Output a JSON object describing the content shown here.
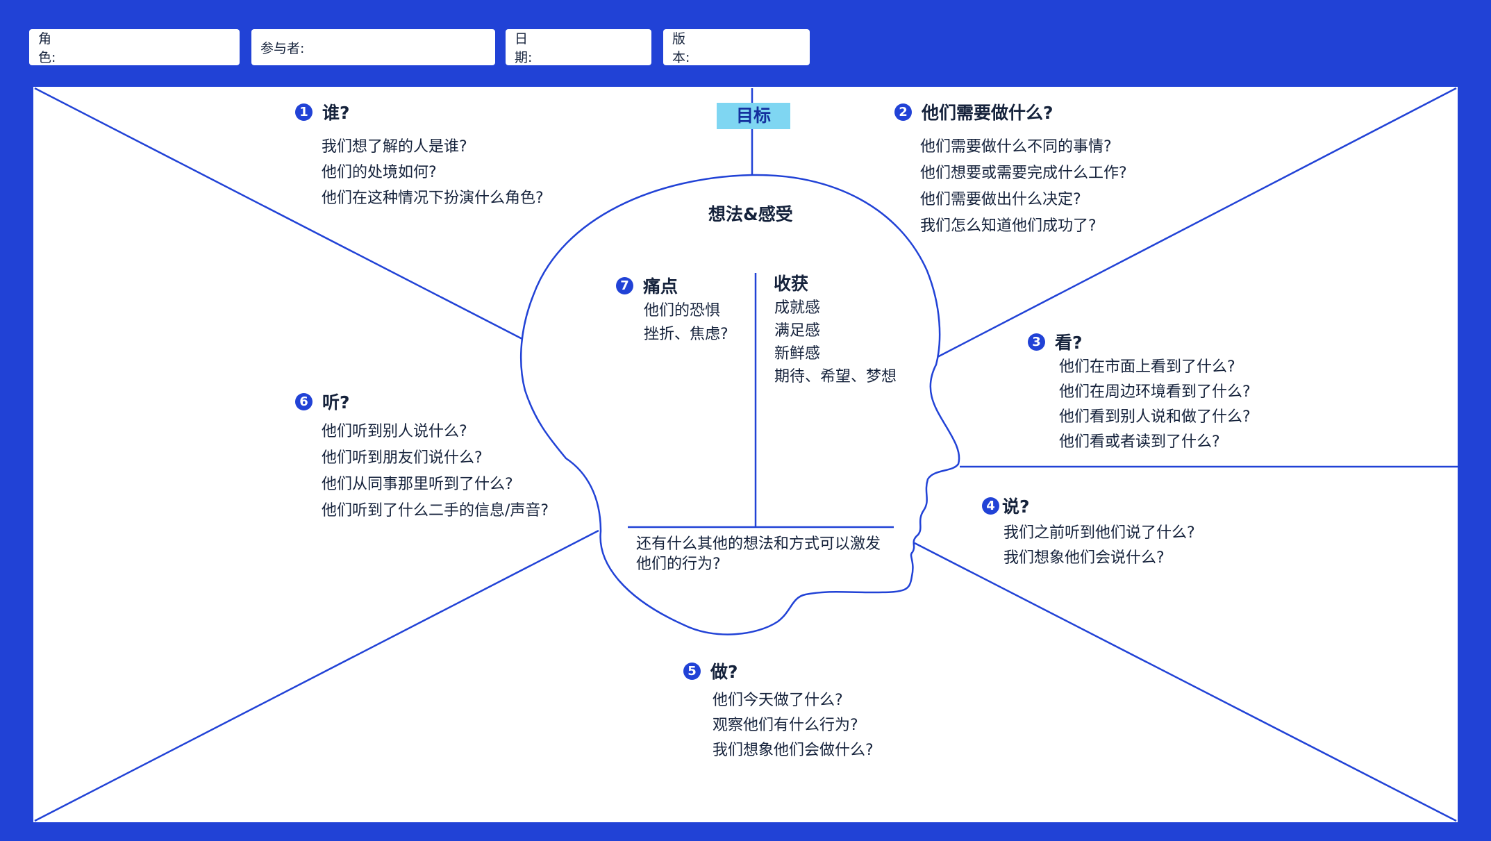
{
  "header_fields": [
    {
      "label": "角色:",
      "value": ""
    },
    {
      "label": "参与者:",
      "value": ""
    },
    {
      "label": "日期:",
      "value": ""
    },
    {
      "label": "版本:",
      "value": ""
    }
  ],
  "goal": {
    "label": "目标"
  },
  "head": {
    "title": "想法&感受",
    "pain": {
      "number": "7",
      "title": "痛点",
      "items": [
        "他们的恐惧",
        "挫折、焦虑?"
      ]
    },
    "gain": {
      "title": "收获",
      "items": [
        "成就感",
        "满足感",
        "新鲜感",
        "期待、希望、梦想"
      ]
    },
    "other": {
      "lines": [
        "还有什么其他的想法和方式可以激发",
        "他们的行为?"
      ]
    }
  },
  "sections": {
    "who": {
      "number": "1",
      "title": "谁?",
      "items": [
        "我们想了解的人是谁?",
        "他们的处境如何?",
        "他们在这种情况下扮演什么角色?"
      ]
    },
    "do_need": {
      "number": "2",
      "title": "他们需要做什么?",
      "items": [
        "他们需要做什么不同的事情?",
        "他们想要或需要完成什么工作?",
        "他们需要做出什么决定?",
        "我们怎么知道他们成功了?"
      ]
    },
    "see": {
      "number": "3",
      "title": "看?",
      "items": [
        "他们在市面上看到了什么?",
        "他们在周边环境看到了什么?",
        "他们看到别人说和做了什么?",
        "他们看或者读到了什么?"
      ]
    },
    "say": {
      "number": "4",
      "title": "说?",
      "items": [
        "我们之前听到他们说了什么?",
        "我们想象他们会说什么?"
      ]
    },
    "do": {
      "number": "5",
      "title": "做?",
      "items": [
        "他们今天做了什么?",
        "观察他们有什么行为?",
        "我们想象他们会做什么?"
      ]
    },
    "hear": {
      "number": "6",
      "title": "听?",
      "items": [
        "他们听到别人说什么?",
        "他们听到朋友们说什么?",
        "他们从同事那里听到了什么?",
        "他们听到了什么二手的信息/声音?"
      ]
    }
  },
  "colors": {
    "background": "#2142D6",
    "line": "#2142D6",
    "goal_fill": "#7FD6F2",
    "text": "#15223b"
  }
}
